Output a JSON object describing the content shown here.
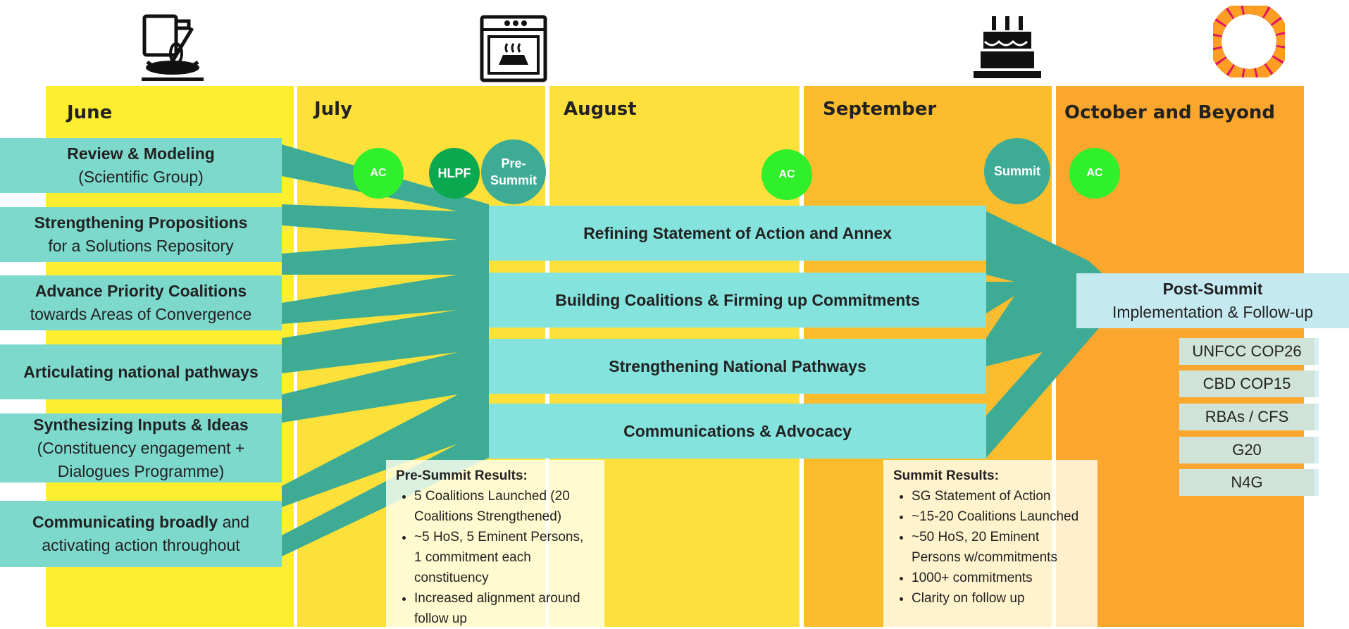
{
  "months": [
    "June",
    "July",
    "August",
    "September",
    "October and Beyond"
  ],
  "colors": {
    "june": "#fdee2f",
    "july": "#fde13a",
    "august": "#fde03c",
    "september": "#fbbd2e",
    "october": "#fba62c",
    "teal_arrow": "#3eab95",
    "left_box": "#7dd9cc",
    "center_box": "#84e3dd",
    "ac_circle": "#2ff02b",
    "hlpf_circle": "#0aa84f",
    "summit_circle": "#3eab95"
  },
  "icons": [
    "baking-icon",
    "oven-icon",
    "birthday-cake-icon",
    "sdg-wheel-icon"
  ],
  "left_items": [
    {
      "bold": "Review & Modeling",
      "rest": "(Scientific Group)"
    },
    {
      "bold": "Strengthening Propositions",
      "rest": "for a Solutions Repository"
    },
    {
      "bold": "Advance Priority Coalitions",
      "rest": "towards Areas of Convergence"
    },
    {
      "bold": "Articulating national pathways",
      "rest": ""
    },
    {
      "bold": "Synthesizing Inputs & Ideas",
      "rest": "(Constituency engagement + Dialogues Programme)"
    },
    {
      "bold": "Communicating broadly",
      "rest": "and activating action throughout"
    }
  ],
  "center_items": [
    "Refining Statement of Action and Annex",
    "Building Coalitions & Firming up Commitments",
    "Strengthening National Pathways",
    "Communications & Advocacy"
  ],
  "milestones": {
    "ac": "AC",
    "hlpf": "HLPF",
    "pre_summit": "Pre-Summit",
    "summit": "Summit"
  },
  "pre_summit_results": {
    "title": "Pre-Summit Results:",
    "items": [
      "5 Coalitions Launched (20 Coalitions Strengthened)",
      "~5 HoS, 5 Eminent Persons, 1 commitment each constituency",
      "Increased alignment around follow up"
    ]
  },
  "summit_results": {
    "title": "Summit Results:",
    "items": [
      "SG Statement of Action",
      "~15-20 Coalitions Launched",
      "~50 HoS, 20 Eminent Persons w/commitments",
      "1000+ commitments",
      "Clarity on follow up"
    ]
  },
  "post_summit": {
    "title": "Post-Summit",
    "subtitle": "Implementation & Follow-up"
  },
  "follow_ups": [
    "UNFCC COP26",
    "CBD COP15",
    "RBAs / CFS",
    "G20",
    "N4G"
  ]
}
